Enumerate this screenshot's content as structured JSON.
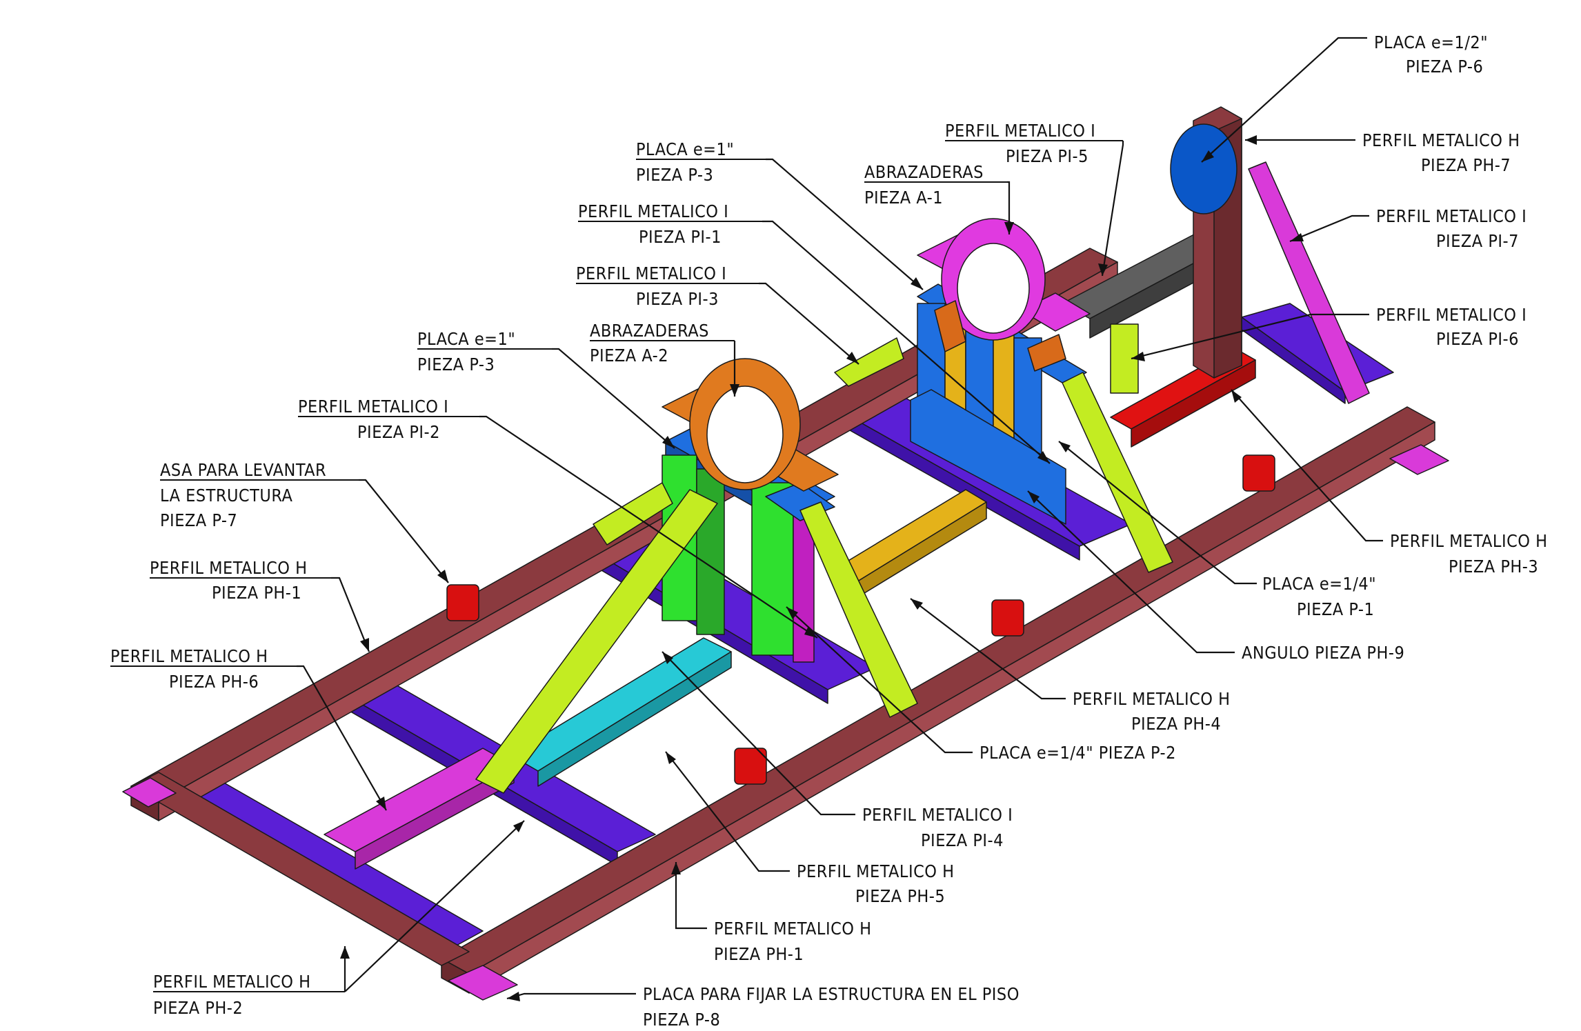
{
  "colors": {
    "beam_brown": "#8b3a3f",
    "beam_purple": "#5b1fd6",
    "beam_magenta": "#d93ad9",
    "beam_lime": "#c3ec22",
    "beam_cyan": "#27c9d6",
    "beam_yellow": "#e4b21a",
    "plate_blue": "#1f6fe0",
    "plate_green": "#2fe02f",
    "clamp_orange": "#e07a1f",
    "clamp_magenta": "#e03ae0",
    "beam_grey": "#5f5f5f",
    "beam_red": "#e01212",
    "lifting_lug_red": "#d81010",
    "disc_blue": "#0a57c8"
  },
  "labels": {
    "p6": {
      "line1": "PLACA e=1/2\"",
      "line2": "PIEZA P-6"
    },
    "ph7": {
      "line1": "PERFIL METALICO H",
      "line2": "PIEZA PH-7"
    },
    "pi7": {
      "line1": "PERFIL METALICO I",
      "line2": "PIEZA PI-7"
    },
    "pi6": {
      "line1": "PERFIL METALICO I",
      "line2": "PIEZA PI-6"
    },
    "pi5": {
      "line1": "PERFIL METALICO I",
      "line2": "PIEZA PI-5"
    },
    "a1": {
      "line1": "ABRAZADERAS",
      "line2": "PIEZA A-1"
    },
    "p3a": {
      "line1": "PLACA e=1\"",
      "line2": "PIEZA P-3"
    },
    "pi1": {
      "line1": "PERFIL METALICO I",
      "line2": "PIEZA PI-1"
    },
    "pi3": {
      "line1": "PERFIL METALICO I",
      "line2": "PIEZA PI-3"
    },
    "a2": {
      "line1": "ABRAZADERAS",
      "line2": "PIEZA A-2"
    },
    "p3b": {
      "line1": "PLACA e=1\"",
      "line2": "PIEZA P-3"
    },
    "pi2": {
      "line1": "PERFIL METALICO I",
      "line2": "PIEZA PI-2"
    },
    "p7": {
      "line1": "ASA PARA LEVANTAR",
      "line2": "LA ESTRUCTURA",
      "line3": "PIEZA P-7"
    },
    "ph1a": {
      "line1": "PERFIL METALICO H",
      "line2": "PIEZA PH-1"
    },
    "ph6": {
      "line1": "PERFIL METALICO H",
      "line2": "PIEZA PH-6"
    },
    "ph3": {
      "line1": "PERFIL METALICO H",
      "line2": "PIEZA PH-3"
    },
    "p1": {
      "line1": "PLACA e=1/4\"",
      "line2": "PIEZA P-1"
    },
    "ph9": {
      "line1": "ANGULO PIEZA PH-9"
    },
    "ph4": {
      "line1": "PERFIL METALICO H",
      "line2": "PIEZA PH-4"
    },
    "p2": {
      "line1": "PLACA e=1/4\" PIEZA P-2"
    },
    "pi4": {
      "line1": "PERFIL METALICO I",
      "line2": "PIEZA PI-4"
    },
    "ph5": {
      "line1": "PERFIL METALICO H",
      "line2": "PIEZA PH-5"
    },
    "ph1b": {
      "line1": "PERFIL METALICO H",
      "line2": "PIEZA PH-1"
    },
    "ph2": {
      "line1": "PERFIL METALICO H",
      "line2": "PIEZA PH-2"
    },
    "p8": {
      "line1": "PLACA PARA FIJAR LA ESTRUCTURA EN EL PISO",
      "line2": "PIEZA P-8"
    }
  }
}
